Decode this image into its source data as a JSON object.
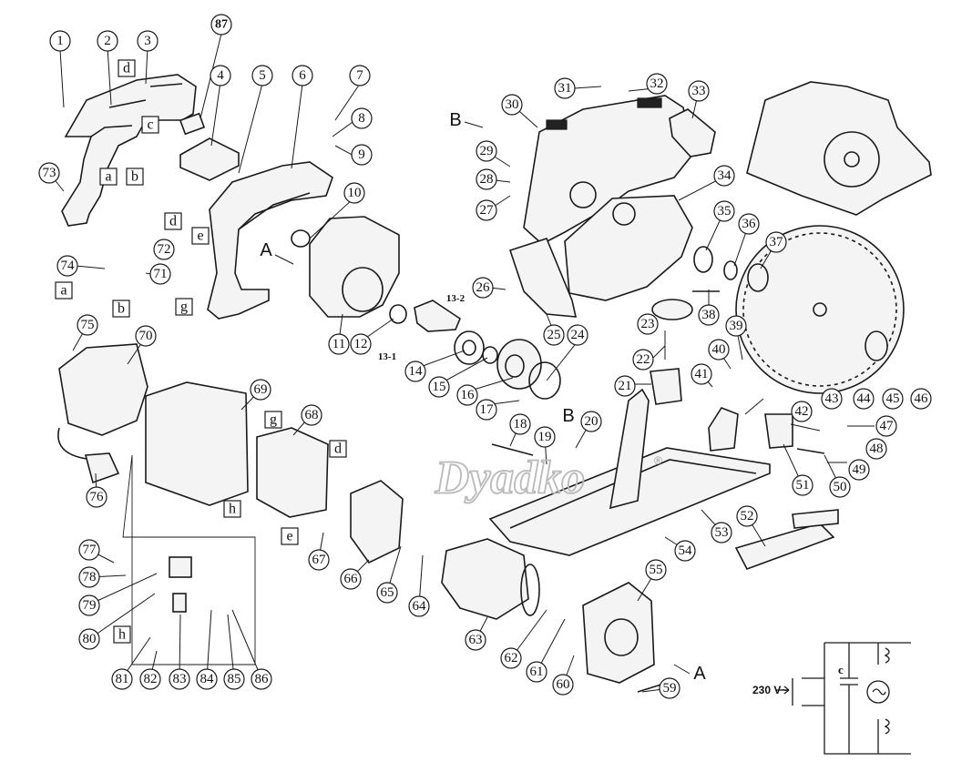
{
  "watermark": "Dyadko",
  "watermark_mark": "®",
  "section_labels": {
    "a_top": "A",
    "a_bottom": "A",
    "b_top": "B",
    "b_mid": "B"
  },
  "letter_refs": [
    "a",
    "b",
    "c",
    "d",
    "e",
    "g",
    "h"
  ],
  "part_numbers": [
    "1",
    "2",
    "3",
    "4",
    "5",
    "6",
    "7",
    "8",
    "9",
    "10",
    "11",
    "12",
    "14",
    "15",
    "16",
    "17",
    "18",
    "19",
    "20",
    "21",
    "22",
    "23",
    "24",
    "25",
    "26",
    "27",
    "28",
    "29",
    "30",
    "31",
    "32",
    "33",
    "34",
    "35",
    "36",
    "37",
    "38",
    "39",
    "40",
    "41",
    "42",
    "43",
    "44",
    "45",
    "46",
    "47",
    "48",
    "49",
    "50",
    "51",
    "52",
    "53",
    "54",
    "55",
    "59",
    "60",
    "61",
    "62",
    "63",
    "64",
    "65",
    "66",
    "67",
    "68",
    "69",
    "70",
    "71",
    "72",
    "73",
    "74",
    "75",
    "76",
    "77",
    "78",
    "79",
    "80",
    "81",
    "82",
    "83",
    "84",
    "85",
    "86",
    "87"
  ],
  "small_labels": {
    "thirteen_one": "13-1",
    "thirteen_two": "13-2"
  },
  "schematic": {
    "voltage": "230 V~",
    "capacitor": "c"
  },
  "colors": {
    "ink": "#1a1a1a",
    "watermark": "#b9b9b9"
  }
}
